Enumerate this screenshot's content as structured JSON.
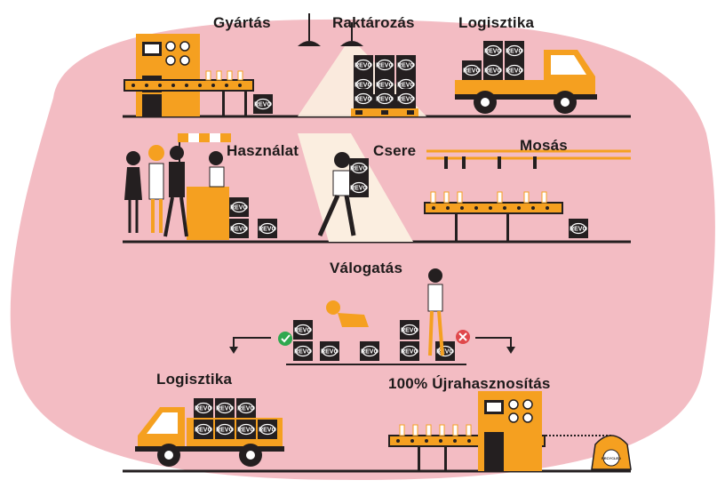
{
  "colors": {
    "background_blob": "#f3bcc3",
    "accent_orange": "#f5a020",
    "dark": "#241f20",
    "white": "#ffffff",
    "ok_green": "#2fa84f",
    "reject_red": "#e0484b"
  },
  "labels": {
    "gyartas": "Gyártás",
    "raktarozas": "Raktározás",
    "logisztika_top": "Logisztika",
    "hasznalat": "Használat",
    "csere": "Csere",
    "mosas": "Mosás",
    "valogatas": "Válogatás",
    "logisztika_bottom": "Logisztika",
    "ujrahasznositas": "100% Újrahasznosítás"
  },
  "box_logo": "REVO",
  "bag_label": "RECYCLED",
  "icons": {
    "accept": "checkmark-icon",
    "reject": "x-mark-icon"
  }
}
